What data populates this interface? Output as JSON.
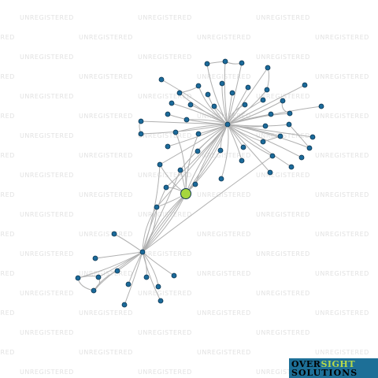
{
  "watermark": {
    "text": "UNREGISTERED"
  },
  "logo": {
    "word1": "OVER",
    "word2": "SIGHT",
    "word3": "SOLUTIONS",
    "accent": "#b6d94a",
    "bg": "#1d6f97"
  },
  "colors": {
    "node": "#1b6a9a",
    "node_stroke": "#0d3550",
    "focus_node": "#a6d63e",
    "edge": "#b0b0b0"
  },
  "graph": {
    "focus_node": "n0",
    "nodes": [
      {
        "id": "n0",
        "role": "focus"
      },
      {
        "id": "h1",
        "role": "hub"
      },
      {
        "id": "h2",
        "role": "hub"
      },
      {
        "id": "a1"
      },
      {
        "id": "a2"
      },
      {
        "id": "a3"
      },
      {
        "id": "a4"
      },
      {
        "id": "a5"
      },
      {
        "id": "a6"
      },
      {
        "id": "a7"
      },
      {
        "id": "a8"
      },
      {
        "id": "a9"
      },
      {
        "id": "a10"
      },
      {
        "id": "a11"
      },
      {
        "id": "a12"
      },
      {
        "id": "a13"
      },
      {
        "id": "a14"
      },
      {
        "id": "a15"
      },
      {
        "id": "a16"
      },
      {
        "id": "a17"
      },
      {
        "id": "a18"
      },
      {
        "id": "a19"
      },
      {
        "id": "a20"
      },
      {
        "id": "a21"
      },
      {
        "id": "a22"
      },
      {
        "id": "a23"
      },
      {
        "id": "a24"
      },
      {
        "id": "a25"
      },
      {
        "id": "a26"
      },
      {
        "id": "a27"
      },
      {
        "id": "a28"
      },
      {
        "id": "a29"
      },
      {
        "id": "a30"
      },
      {
        "id": "a31"
      },
      {
        "id": "a32"
      },
      {
        "id": "a33"
      },
      {
        "id": "a34"
      },
      {
        "id": "a35"
      },
      {
        "id": "a36"
      },
      {
        "id": "a37"
      },
      {
        "id": "a38"
      },
      {
        "id": "a39"
      },
      {
        "id": "a40"
      },
      {
        "id": "a41"
      },
      {
        "id": "a42"
      },
      {
        "id": "a43"
      },
      {
        "id": "b1"
      },
      {
        "id": "b2"
      },
      {
        "id": "b3"
      },
      {
        "id": "b4"
      },
      {
        "id": "b5"
      },
      {
        "id": "b6"
      },
      {
        "id": "b7"
      },
      {
        "id": "b8"
      },
      {
        "id": "b9"
      },
      {
        "id": "b10"
      },
      {
        "id": "b11"
      },
      {
        "id": "b12"
      }
    ],
    "edges": [
      [
        "h1",
        "a1"
      ],
      [
        "h1",
        "a2"
      ],
      [
        "h1",
        "a3"
      ],
      [
        "h1",
        "a4"
      ],
      [
        "h1",
        "a5"
      ],
      [
        "h1",
        "a6"
      ],
      [
        "h1",
        "a7"
      ],
      [
        "h1",
        "a8"
      ],
      [
        "h1",
        "a9"
      ],
      [
        "h1",
        "a10"
      ],
      [
        "h1",
        "a11"
      ],
      [
        "h1",
        "a12"
      ],
      [
        "h1",
        "a13"
      ],
      [
        "h1",
        "a14"
      ],
      [
        "h1",
        "a15"
      ],
      [
        "h1",
        "a16"
      ],
      [
        "h1",
        "a17"
      ],
      [
        "h1",
        "a18"
      ],
      [
        "h1",
        "a19"
      ],
      [
        "h1",
        "a20"
      ],
      [
        "h1",
        "a21"
      ],
      [
        "h1",
        "a22"
      ],
      [
        "h1",
        "a23"
      ],
      [
        "h1",
        "a24"
      ],
      [
        "h1",
        "a25"
      ],
      [
        "h1",
        "a26"
      ],
      [
        "h1",
        "a27"
      ],
      [
        "h1",
        "a28"
      ],
      [
        "h1",
        "a29"
      ],
      [
        "h1",
        "a30"
      ],
      [
        "h1",
        "a31"
      ],
      [
        "h1",
        "a32"
      ],
      [
        "h1",
        "a33"
      ],
      [
        "h1",
        "a34"
      ],
      [
        "h1",
        "a35"
      ],
      [
        "h1",
        "a36"
      ],
      [
        "h1",
        "a37"
      ],
      [
        "h1",
        "a38"
      ],
      [
        "h1",
        "a39"
      ],
      [
        "h1",
        "a40"
      ],
      [
        "h1",
        "a41"
      ],
      [
        "h1",
        "a42"
      ],
      [
        "h1",
        "a43"
      ],
      [
        "h1",
        "n0"
      ],
      [
        "h1",
        "n0"
      ],
      [
        "h1",
        "n0"
      ],
      [
        "a1",
        "a2"
      ],
      [
        "a2",
        "a3"
      ],
      [
        "a4",
        "a9"
      ],
      [
        "a6",
        "a11"
      ],
      [
        "a18",
        "a22"
      ],
      [
        "a23",
        "a24"
      ],
      [
        "a31",
        "a33"
      ],
      [
        "a30",
        "a34"
      ],
      [
        "n0",
        "a28"
      ],
      [
        "n0",
        "a29"
      ],
      [
        "n0",
        "a40"
      ],
      [
        "n0",
        "a41"
      ],
      [
        "n0",
        "a37"
      ],
      [
        "n0",
        "h2"
      ],
      [
        "n0",
        "h2"
      ],
      [
        "n0",
        "h2"
      ],
      [
        "n0",
        "h2"
      ],
      [
        "a41",
        "h2"
      ],
      [
        "a40",
        "h2"
      ],
      [
        "a42",
        "h2"
      ],
      [
        "h2",
        "b1"
      ],
      [
        "h2",
        "b2"
      ],
      [
        "h2",
        "b3"
      ],
      [
        "h2",
        "b4"
      ],
      [
        "h2",
        "b5"
      ],
      [
        "h2",
        "b6"
      ],
      [
        "h2",
        "b7"
      ],
      [
        "h2",
        "b8"
      ],
      [
        "h2",
        "b9"
      ],
      [
        "h2",
        "b10"
      ],
      [
        "h2",
        "b11"
      ],
      [
        "h2",
        "b12"
      ],
      [
        "b3",
        "b4"
      ],
      [
        "b4",
        "b5"
      ],
      [
        "b3",
        "b5"
      ],
      [
        "b5",
        "b6"
      ]
    ]
  }
}
